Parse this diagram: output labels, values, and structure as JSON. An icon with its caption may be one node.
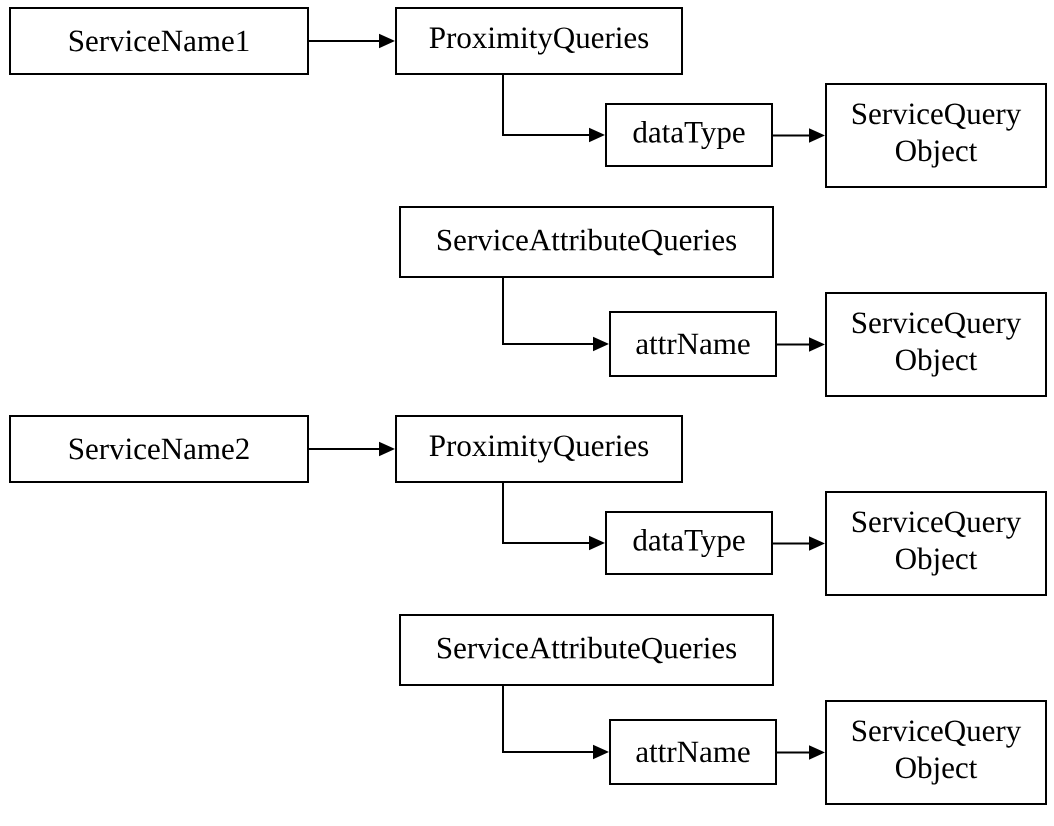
{
  "diagram": {
    "nodes": [
      {
        "text": [
          "ServiceName1"
        ]
      },
      {
        "text": [
          "ProximityQueries"
        ]
      },
      {
        "text": [
          "dataType"
        ]
      },
      {
        "text": [
          "ServiceQuery Object"
        ]
      },
      {
        "text": [
          "ServiceAttributeQueries"
        ]
      },
      {
        "text": [
          "attrName"
        ]
      },
      {
        "text": [
          "ServiceQuery Object"
        ]
      },
      {
        "text": [
          "ServiceName2"
        ]
      },
      {
        "text": [
          "ProximityQueries"
        ]
      },
      {
        "text": [
          "dataType"
        ]
      },
      {
        "text": [
          "ServiceQuery Object"
        ]
      },
      {
        "text": [
          "ServiceAttributeQueries"
        ]
      },
      {
        "text": [
          "attrName"
        ]
      },
      {
        "text": [
          "ServiceQuery Object"
        ]
      }
    ],
    "edges": [
      {
        "from": 0,
        "to": 1,
        "arrow": "to"
      },
      {
        "from": 1,
        "to": 2,
        "arrow": "to"
      },
      {
        "from": 2,
        "to": 3,
        "arrow": "to"
      },
      {
        "from": 4,
        "to": 5,
        "arrow": "to"
      },
      {
        "from": 5,
        "to": 6,
        "arrow": "to"
      },
      {
        "from": 7,
        "to": 8,
        "arrow": "to"
      },
      {
        "from": 8,
        "to": 9,
        "arrow": "to"
      },
      {
        "from": 9,
        "to": 10,
        "arrow": "to"
      },
      {
        "from": 11,
        "to": 12,
        "arrow": "to"
      },
      {
        "from": 12,
        "to": 13,
        "arrow": "to"
      }
    ]
  }
}
